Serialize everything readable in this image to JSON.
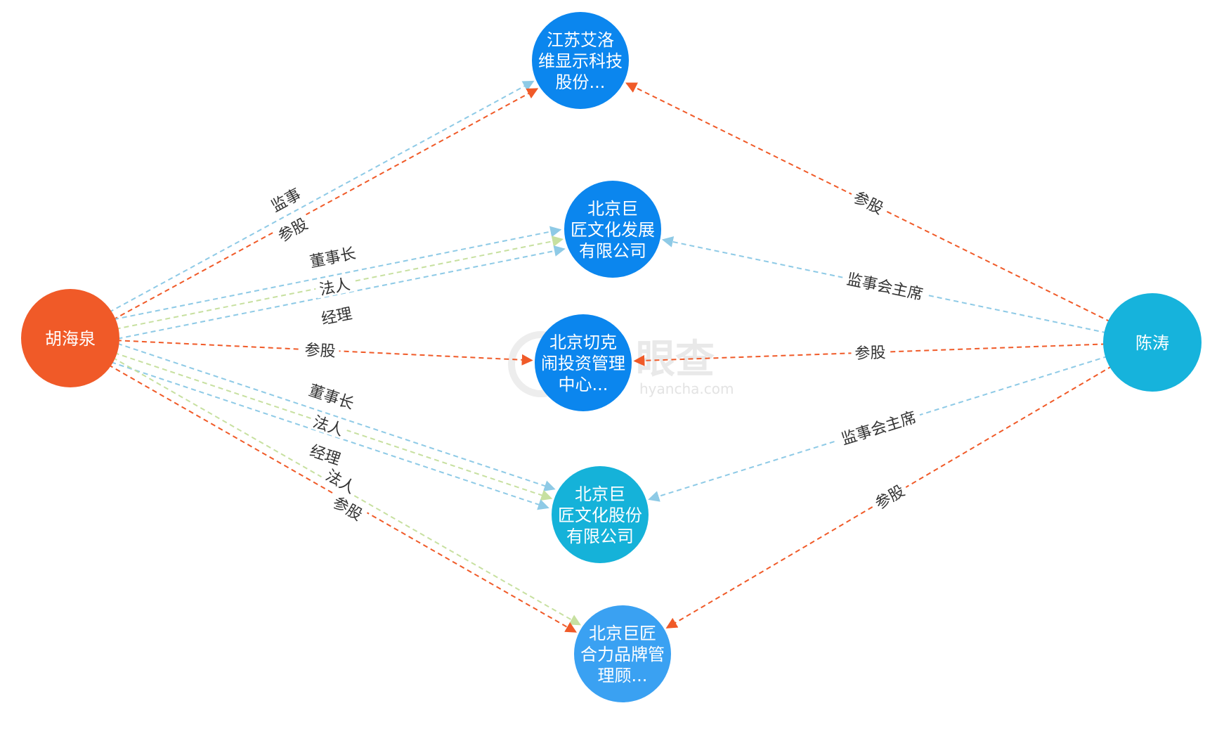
{
  "colors": {
    "person_orange": "#f05a28",
    "person_cyan": "#16b3dc",
    "company_blue": "#0b86ee",
    "company_cyan": "#15b2d9",
    "company_light": "#3aa1f2",
    "edge_orange": "#f05a28",
    "edge_blue": "#8ecae6",
    "edge_green": "#c7e0a0"
  },
  "watermark": {
    "brand": "眼查",
    "url": "hyancha.com"
  },
  "nodes": [
    {
      "id": "hu",
      "label_lines": [
        "胡海泉"
      ],
      "kind": "person",
      "color": "#f05a28"
    },
    {
      "id": "chen",
      "label_lines": [
        "陈涛"
      ],
      "kind": "person",
      "color": "#16b3dc"
    },
    {
      "id": "c1",
      "label_lines": [
        "江苏艾洛",
        "维显示科技",
        "股份..."
      ],
      "kind": "company",
      "color": "#0b86ee"
    },
    {
      "id": "c2",
      "label_lines": [
        "北京巨",
        "匠文化发展",
        "有限公司"
      ],
      "kind": "company",
      "color": "#0b86ee"
    },
    {
      "id": "c3",
      "label_lines": [
        "北京切克",
        "闹投资管理",
        "中心..."
      ],
      "kind": "company",
      "color": "#0b86ee"
    },
    {
      "id": "c4",
      "label_lines": [
        "北京巨",
        "匠文化股份",
        "有限公司"
      ],
      "kind": "company",
      "color": "#15b2d9"
    },
    {
      "id": "c5",
      "label_lines": [
        "北京巨匠",
        "合力品牌管",
        "理顾..."
      ],
      "kind": "company",
      "color": "#3aa1f2"
    }
  ],
  "edges": [
    {
      "from": "hu",
      "to": "c1",
      "label": "监事",
      "color": "#8ecae6"
    },
    {
      "from": "hu",
      "to": "c1",
      "label": "参股",
      "color": "#f05a28"
    },
    {
      "from": "hu",
      "to": "c2",
      "label": "董事长",
      "color": "#8ecae6"
    },
    {
      "from": "hu",
      "to": "c2",
      "label": "法人",
      "color": "#c7e0a0"
    },
    {
      "from": "hu",
      "to": "c2",
      "label": "经理",
      "color": "#8ecae6"
    },
    {
      "from": "hu",
      "to": "c3",
      "label": "参股",
      "color": "#f05a28"
    },
    {
      "from": "hu",
      "to": "c4",
      "label": "董事长",
      "color": "#8ecae6"
    },
    {
      "from": "hu",
      "to": "c4",
      "label": "法人",
      "color": "#c7e0a0"
    },
    {
      "from": "hu",
      "to": "c4",
      "label": "经理",
      "color": "#8ecae6"
    },
    {
      "from": "hu",
      "to": "c5",
      "label": "法人",
      "color": "#c7e0a0"
    },
    {
      "from": "hu",
      "to": "c5",
      "label": "参股",
      "color": "#f05a28"
    },
    {
      "from": "chen",
      "to": "c1",
      "label": "参股",
      "color": "#f05a28"
    },
    {
      "from": "chen",
      "to": "c2",
      "label": "监事会主席",
      "color": "#8ecae6"
    },
    {
      "from": "chen",
      "to": "c3",
      "label": "参股",
      "color": "#f05a28"
    },
    {
      "from": "chen",
      "to": "c4",
      "label": "监事会主席",
      "color": "#8ecae6"
    },
    {
      "from": "chen",
      "to": "c5",
      "label": "参股",
      "color": "#f05a28"
    }
  ]
}
